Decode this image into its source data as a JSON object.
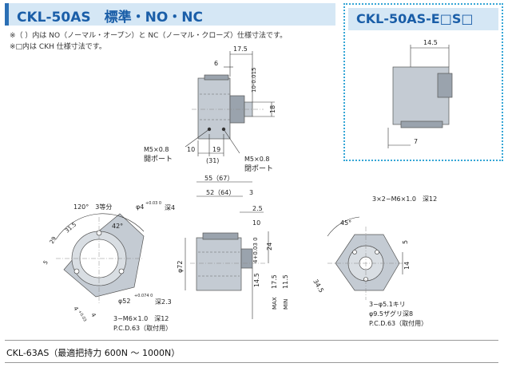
{
  "header": {
    "title": "CKL-50AS　標準・NO・NC",
    "right_title": "CKL-50AS-E□S□"
  },
  "notes": [
    "※（ ）内は NO（ノーマル・オープン）と NC（ノーマル・クローズ）仕様寸法です。",
    "※□内は CKH 仕様寸法です。"
  ],
  "top_view": {
    "dim_17_5": "17.5",
    "dim_6": "6",
    "dim_10_tol": "10-0.015",
    "dim_18": "18",
    "dim_10": "10",
    "dim_19": "19",
    "dim_31": "(31)",
    "port_left": "M5×0.8",
    "port_left_label": "開ポート",
    "port_right": "M5×0.8",
    "port_right_label": "閉ポート"
  },
  "right_view": {
    "dim_14_5": "14.5",
    "dim_7": "7"
  },
  "front_left": {
    "angle_120": "120°　3等分",
    "hole_4": "φ4",
    "hole_4_tol": "+0.03 0",
    "hole_4_depth": "深4",
    "dim_42": "42°",
    "dim_31_5": "31.5",
    "dim_29": "29",
    "dim_5": "5",
    "dim_phi52": "φ52",
    "phi52_tol": "+0.074 0",
    "phi52_depth": "深2.3",
    "tap": "3−M6×1.0　深12",
    "pcd": "P.C.D.63（取付用）",
    "dim_4_small": "4",
    "dim_4": "4",
    "dim_0_03": "+0.03"
  },
  "side_center": {
    "dim_55": "55（67）",
    "dim_52": "52（64）",
    "dim_3": "3",
    "dim_2_5": "2.5",
    "dim_10": "10",
    "dim_4_tol": "4+0.03 0",
    "dim_24": "24",
    "dim_phi72": "φ72",
    "dim_14_5": "14.5",
    "dim_max": "17.5",
    "dim_min": "11.5",
    "label_max": "MAX",
    "label_min": "MIN"
  },
  "front_right": {
    "tap": "3×2−M6×1.0　深12",
    "angle_45": "45°",
    "dim_5": "5",
    "dim_14": "14",
    "dim_34_5": "34.5",
    "drill": "3−φ5.1キリ",
    "counter": "φ9.5ザグリ深8",
    "pcd": "P.C.D.63（取付用）"
  },
  "footer": {
    "caption": "CKL-63AS（最適把持力 600N ～ 1000N）"
  }
}
